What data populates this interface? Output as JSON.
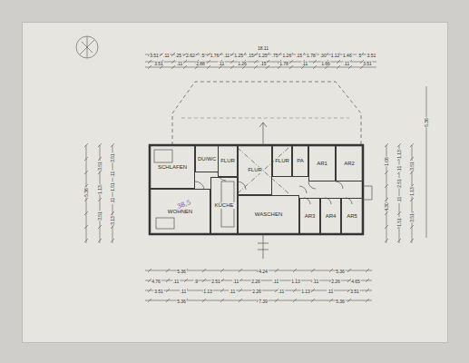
{
  "diagram": {
    "nodes": [
      {
        "text": [
          "SCHLAFEN"
        ]
      },
      {
        "text": [
          "DU/WC"
        ]
      },
      {
        "text": [
          "FLUR"
        ]
      },
      {
        "text": [
          "WOHNEN"
        ]
      },
      {
        "text": [
          "KÜCHE"
        ]
      },
      {
        "text": [
          "FLUR"
        ]
      },
      {
        "text": [
          "FLUR"
        ]
      },
      {
        "text": [
          "PA"
        ]
      },
      {
        "text": [
          "AR1"
        ]
      },
      {
        "text": [
          "AR2"
        ]
      },
      {
        "text": [
          "WASCHEN"
        ]
      },
      {
        "text": [
          "AR3"
        ]
      },
      {
        "text": [
          "AR4"
        ]
      },
      {
        "text": [
          "AR5"
        ]
      }
    ],
    "edges": [],
    "labels": [
      "18.11",
      "3.51",
      ".11",
      ".25",
      "2.62",
      ".5",
      "1.76",
      ".11",
      "1.25",
      ".15",
      "1.25",
      ".75",
      "1.26",
      ".15",
      "1.78",
      ".30",
      "1.12",
      "1.46",
      ".5",
      "3.51",
      "3.51",
      ".11",
      "2.88",
      ".11",
      "1.26",
      ".15",
      "1.78",
      ".11",
      "1.66",
      ".11",
      "3.51",
      "5.36",
      "4.24",
      "5.36",
      "4.76",
      ".11",
      ".9",
      "2.51",
      ".11",
      "2.26",
      ".11",
      "1.13",
      ".11",
      "2.26",
      "4.65",
      "3.51",
      ".11",
      "1.13",
      ".11",
      "2.26",
      ".11",
      "1.13",
      ".11",
      "3.51",
      "5.36",
      "7.39",
      "5.36",
      "5.36",
      "3.51",
      "1.13",
      "3.51",
      "3.51",
      ".11",
      "1.51",
      ".11",
      "3.13",
      "4.30",
      "1.06",
      "1.13",
      ".11",
      "2.51",
      ".11",
      "1.51",
      "3.51",
      "1.13",
      "3.51",
      "5.36",
      "38,5"
    ]
  }
}
